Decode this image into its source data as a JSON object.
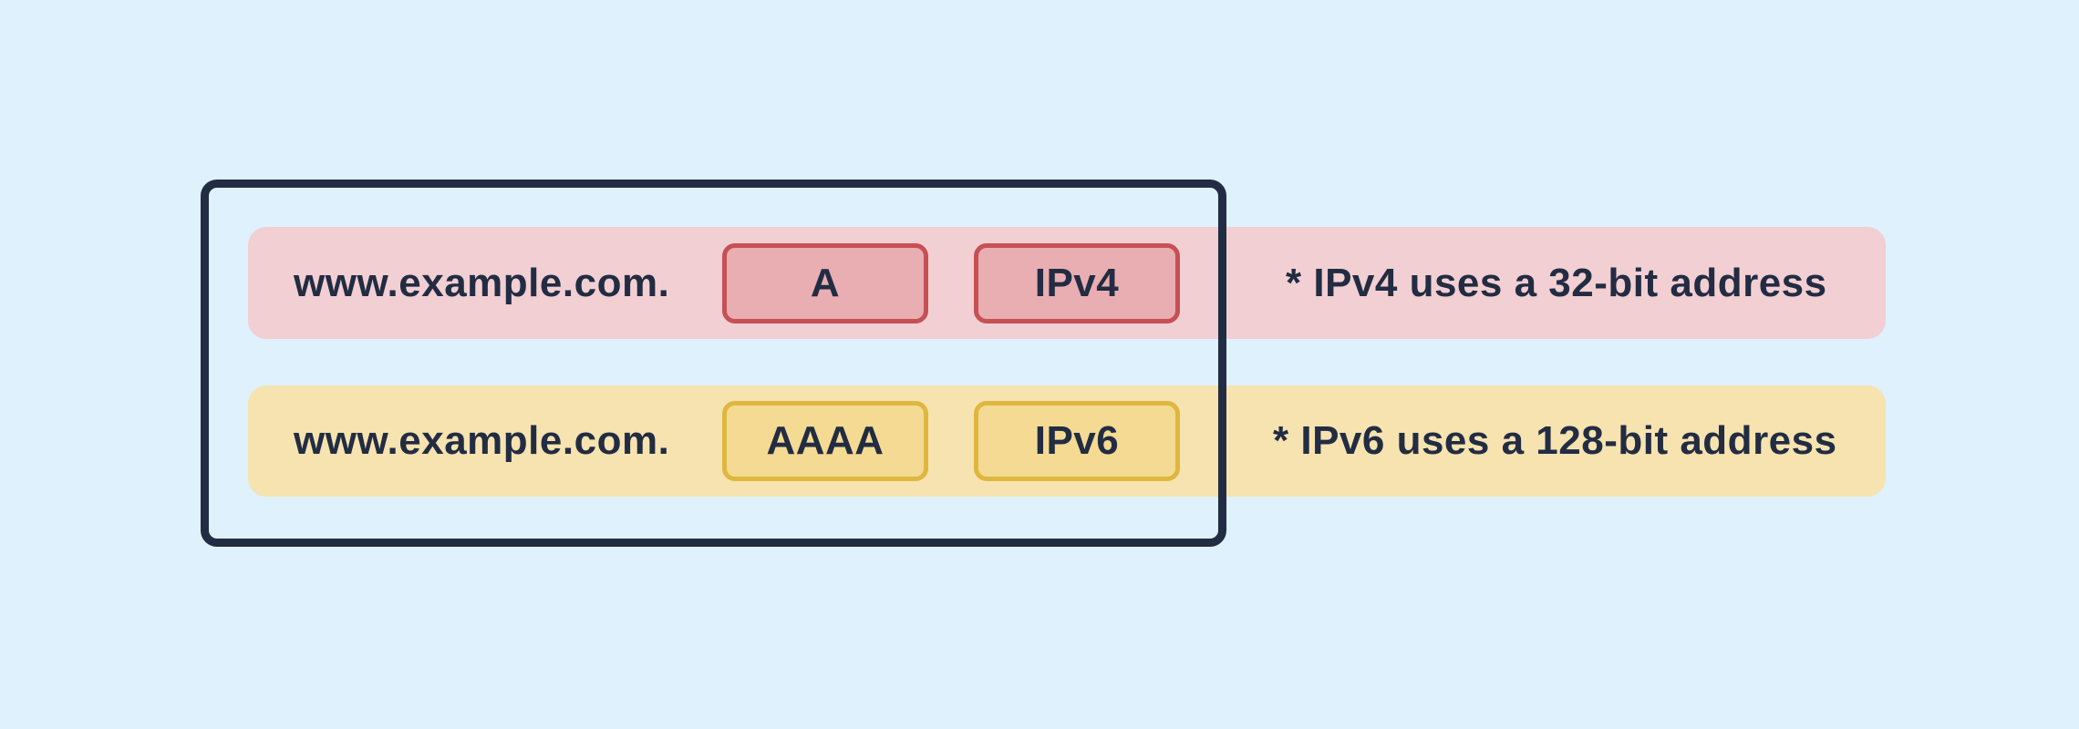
{
  "colors": {
    "background": "#def1fd",
    "ink": "#222c42",
    "outline_box_border": "#222c42",
    "ipv4_band": "#f2cfd3",
    "ipv4_badge_fill": "#e9aeb1",
    "ipv4_badge_border": "#c65054",
    "ipv6_band": "#f6e3b0",
    "ipv6_badge_fill": "#f4da92",
    "ipv6_badge_border": "#dfb73f"
  },
  "diagram": {
    "rows": [
      {
        "domain": "www.example.com.",
        "record_type": "A",
        "ip_version": "IPv4",
        "note": "* IPv4 uses a 32-bit address"
      },
      {
        "domain": "www.example.com.",
        "record_type": "AAAA",
        "ip_version": "IPv6",
        "note": "* IPv6 uses a 128-bit address"
      }
    ]
  }
}
